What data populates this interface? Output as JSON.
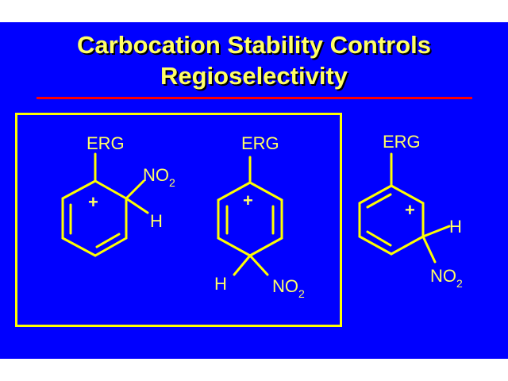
{
  "slide": {
    "title_line1": "Carbocation Stability Controls",
    "title_line2": "Regioselectivity",
    "colors": {
      "background": "#0000ff",
      "text": "#ffff66",
      "rule": "#ff0000",
      "frame": "#ffff00"
    },
    "structures": [
      {
        "substituent": "ERG",
        "cation_charge": "+",
        "nitro": "NO",
        "nitro_sub": "2",
        "hydrogen": "H"
      },
      {
        "substituent": "ERG",
        "cation_charge": "+",
        "nitro": "NO",
        "nitro_sub": "2",
        "hydrogen": "H"
      },
      {
        "substituent": "ERG",
        "cation_charge": "+",
        "nitro": "NO",
        "nitro_sub": "2",
        "hydrogen": "H"
      }
    ]
  }
}
